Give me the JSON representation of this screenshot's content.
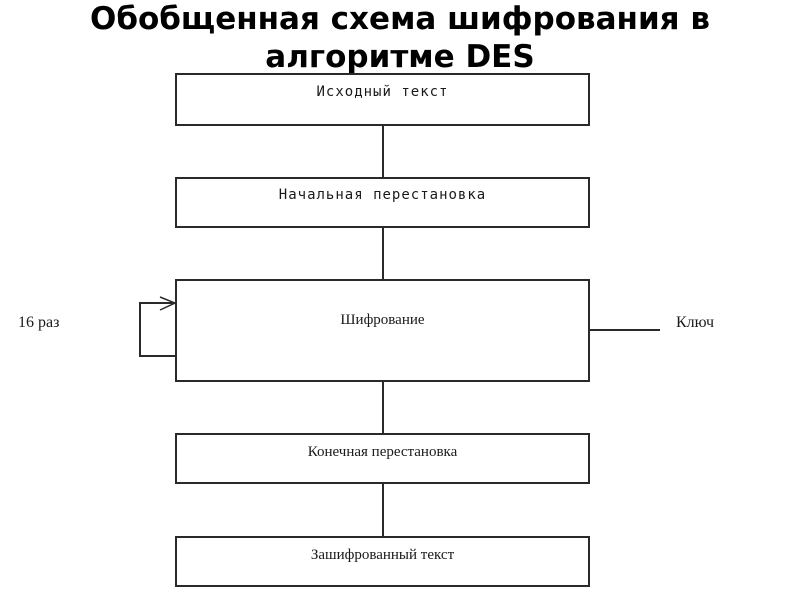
{
  "title": {
    "line1": "Обобщенная схема шифрования в",
    "line2": "алгоритме DES"
  },
  "diagram": {
    "boxes": {
      "source": "Исходный текст",
      "initial_permutation": "Начальная перестановка",
      "encryption": "Шифрование",
      "final_permutation": "Конечная перестановка",
      "ciphertext": "Зашифрованный текст"
    },
    "loop_label": "16 раз",
    "key_label": "Ключ"
  }
}
